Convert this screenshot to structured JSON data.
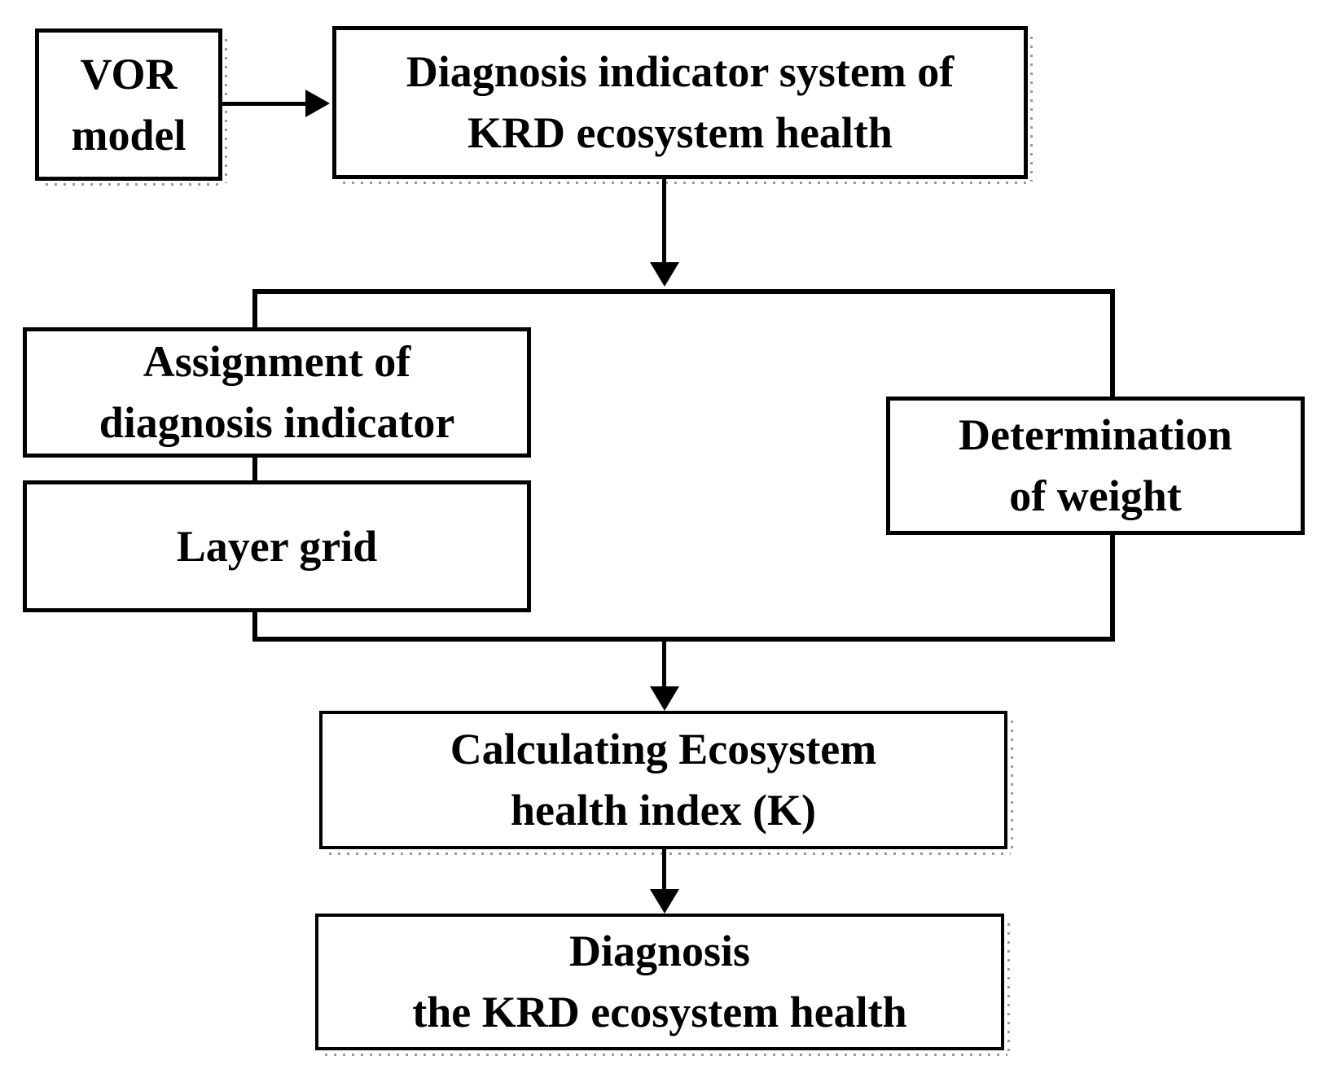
{
  "nodes": {
    "vor": {
      "label": "VOR\nmodel"
    },
    "indicator_system": {
      "label": "Diagnosis indicator system of\nKRD ecosystem health"
    },
    "assignment": {
      "label": "Assignment of\ndiagnosis indicator"
    },
    "layer_grid": {
      "label": "Layer grid"
    },
    "weight": {
      "label": "Determination\nof weight"
    },
    "calculating": {
      "label": "Calculating Ecosystem\nhealth index (K)"
    },
    "diagnosis": {
      "label": "Diagnosis\nthe KRD ecosystem health"
    }
  },
  "edges": [
    {
      "from": "vor",
      "to": "indicator_system"
    },
    {
      "from": "indicator_system",
      "to": "process-group"
    },
    {
      "from": "process-group",
      "to": "calculating"
    },
    {
      "from": "calculating",
      "to": "diagnosis"
    }
  ],
  "colors": {
    "line": "#000000",
    "background": "#ffffff",
    "shadow": "#9a9a9a"
  }
}
